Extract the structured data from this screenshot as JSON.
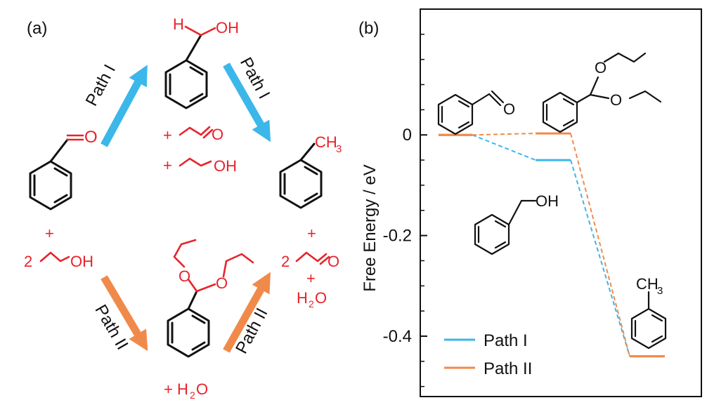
{
  "panel_a": {
    "label": "(a)",
    "path1_left": "Path I",
    "path1_right": "Path I",
    "path2_left": "Path II",
    "path2_right": "Path II",
    "benzyl_alcohol_h": "H",
    "benzyl_alcohol_oh": "OH",
    "aldehyde_o": "O",
    "plus_top_1": "+",
    "plus_top_2": "+",
    "acetaldehyde_o": "O",
    "ethanol_oh": "OH",
    "toluene_ch": "CH",
    "toluene_sub": "3",
    "plus_left": "+",
    "two_left": "2",
    "ethanol_left_oh": "OH",
    "plus_right": "+",
    "two_right": "2",
    "acetaldehyde_right_o": "O",
    "plus_right_2": "+",
    "water_right_h": "H",
    "water_right_sub": "2",
    "water_right_o": "O",
    "plus_bottom": "+ H",
    "water_bottom_sub": "2",
    "water_bottom_o": "O",
    "acetal_o1": "O",
    "acetal_o2": "O"
  },
  "panel_b": {
    "label": "(b)",
    "aldehyde_o": "O",
    "acetal_o1": "O",
    "acetal_o2": "O",
    "benzyl_oh": "OH",
    "toluene_ch": "CH",
    "toluene_sub": "3"
  },
  "colors": {
    "path1": "#3bb7ea",
    "path2": "#f08a4b",
    "red": "#e8232b",
    "black": "#111111"
  },
  "chart_data": {
    "type": "line",
    "ylabel": "Free Energy / eV",
    "ylim": [
      -0.52,
      0.25
    ],
    "yticks": [
      0,
      -0.2,
      -0.4
    ],
    "ytick_labels": [
      "0",
      "-0.2",
      "-0.4"
    ],
    "grid": false,
    "legend_position": "bottom-left",
    "series": [
      {
        "name": "Path I",
        "color": "#3bb7ea",
        "levels": [
          0,
          -0.05,
          -0.44
        ]
      },
      {
        "name": "Path II",
        "color": "#f08a4b",
        "levels": [
          0,
          0.003,
          -0.44
        ]
      }
    ]
  }
}
